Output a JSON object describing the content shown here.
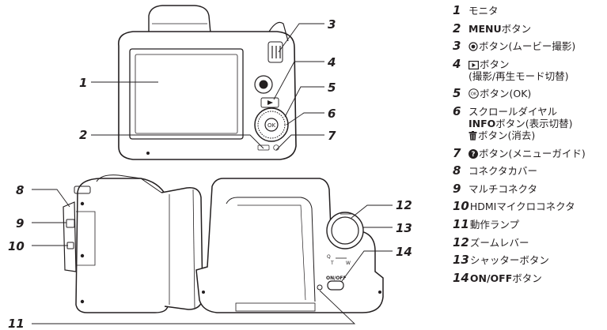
{
  "callouts": {
    "c1": "1",
    "c2": "2",
    "c3": "3",
    "c4": "4",
    "c5": "5",
    "c6": "6",
    "c7": "7",
    "c8": "8",
    "c9": "9",
    "c10": "10",
    "c11": "11",
    "c12": "12",
    "c13": "13",
    "c14": "14"
  },
  "camera_labels": {
    "on_off": "ON/OFF",
    "zoom_t": "T",
    "zoom_w": "W"
  },
  "legend": {
    "items": [
      {
        "num": "1",
        "text": "モニタ"
      },
      {
        "num": "2",
        "bold": "MENU",
        "text": "ボタン"
      },
      {
        "num": "3",
        "icon": "movie-record-icon",
        "text": "ボタン(ムービー撮影)"
      },
      {
        "num": "4",
        "icon": "playback-icon",
        "text": "ボタン",
        "text2": "(撮影/再生モード切替)"
      },
      {
        "num": "5",
        "icon": "ok-icon",
        "text": "ボタン(OK)"
      },
      {
        "num": "6",
        "text": "スクロールダイヤル",
        "bold2": "INFO",
        "text2": "ボタン(表示切替)",
        "icon3": "trash-icon",
        "text3": "ボタン(消去)"
      },
      {
        "num": "7",
        "icon": "help-icon",
        "text": "ボタン(メニューガイド)"
      },
      {
        "num": "8",
        "text": "コネクタカバー"
      },
      {
        "num": "9",
        "text": "マルチコネクタ"
      },
      {
        "num": "10",
        "text": "HDMIマイクロコネクタ"
      },
      {
        "num": "11",
        "text": "動作ランプ"
      },
      {
        "num": "12",
        "text": "ズームレバー"
      },
      {
        "num": "13",
        "text": "シャッターボタン"
      },
      {
        "num": "14",
        "bold": "ON/OFF",
        "text": "ボタン"
      }
    ]
  }
}
